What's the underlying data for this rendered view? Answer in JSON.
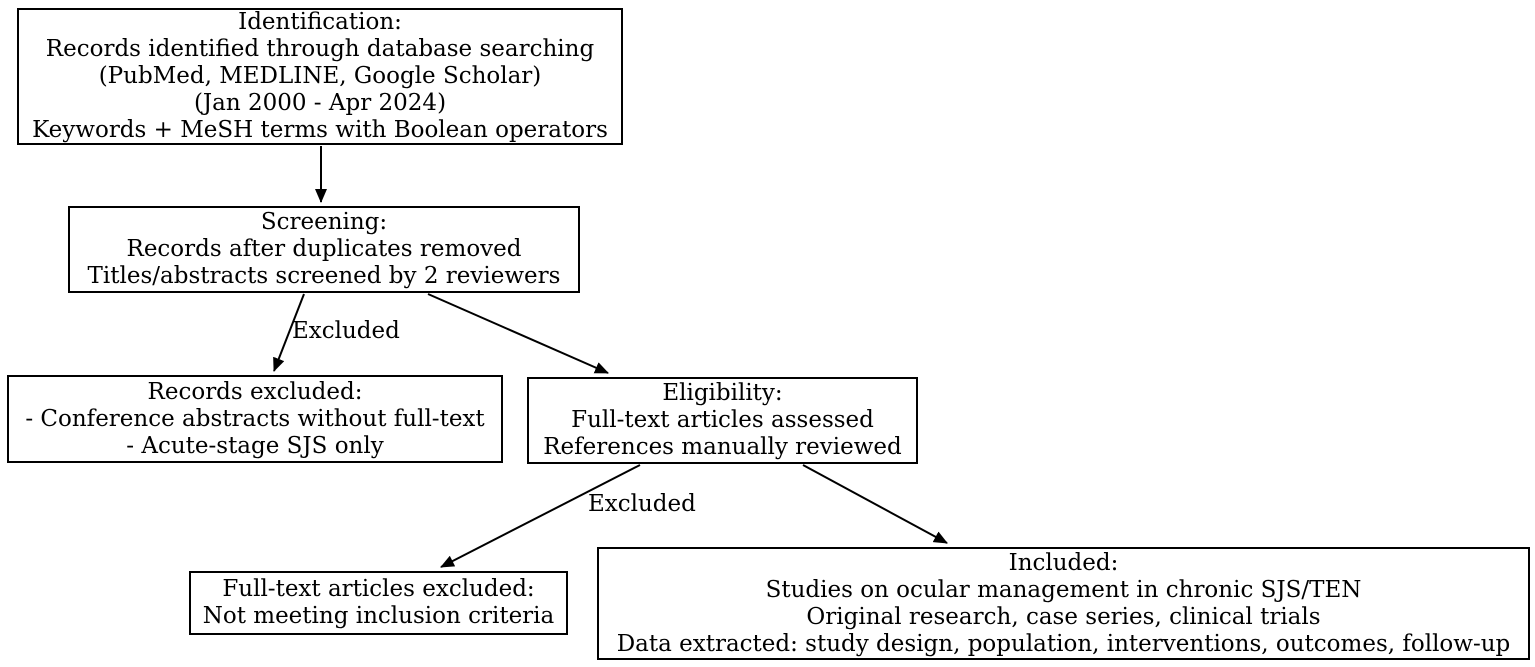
{
  "colors": {
    "background": "#ffffff",
    "node_fill": "#ffffff",
    "node_border": "#000000",
    "text": "#000000",
    "arrow": "#000000"
  },
  "diagram": {
    "type": "flowchart",
    "nodes": [
      {
        "id": "identification",
        "lines": [
          "Identification:",
          "Records identified through database searching",
          "(PubMed, MEDLINE, Google Scholar)",
          "(Jan 2000 - Apr 2024)",
          "Keywords + MeSH terms with Boolean operators"
        ]
      },
      {
        "id": "screening",
        "lines": [
          "Screening:",
          "Records after duplicates removed",
          "Titles/abstracts screened by 2 reviewers"
        ]
      },
      {
        "id": "records-excluded",
        "lines": [
          "Records excluded:",
          "- Conference abstracts without full-text",
          "- Acute-stage SJS only"
        ]
      },
      {
        "id": "eligibility",
        "lines": [
          "Eligibility:",
          "Full-text articles assessed",
          "References manually reviewed"
        ]
      },
      {
        "id": "fulltext-excluded",
        "lines": [
          "Full-text articles excluded:",
          "Not meeting inclusion criteria"
        ]
      },
      {
        "id": "included",
        "lines": [
          "Included:",
          "Studies on ocular management in chronic SJS/TEN",
          "Original research, case series, clinical trials",
          "Data extracted: study design, population, interventions, outcomes, follow-up"
        ]
      }
    ],
    "edges": [
      {
        "from": "identification",
        "to": "screening",
        "label": ""
      },
      {
        "from": "screening",
        "to": "records-excluded",
        "label": "Excluded"
      },
      {
        "from": "screening",
        "to": "eligibility",
        "label": ""
      },
      {
        "from": "eligibility",
        "to": "fulltext-excluded",
        "label": "Excluded"
      },
      {
        "from": "eligibility",
        "to": "included",
        "label": ""
      }
    ]
  }
}
